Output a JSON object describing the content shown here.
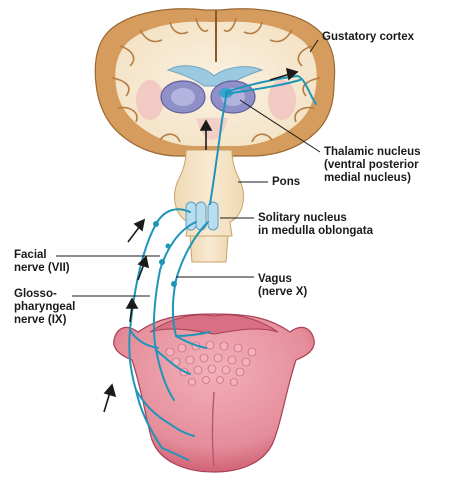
{
  "labels": {
    "gustatory_cortex": "Gustatory cortex",
    "thalamic_nucleus": [
      "Thalamic nucleus",
      "(ventral posterior",
      "medial nucleus)"
    ],
    "pons": "Pons",
    "solitary_nucleus": [
      "Solitary nucleus",
      "in medulla oblongata"
    ],
    "facial_nerve": [
      "Facial",
      "nerve (VII)"
    ],
    "vagus": [
      "Vagus",
      "(nerve X)"
    ],
    "glossopharyngeal": [
      "Glosso-",
      "pharyngeal",
      "nerve (IX)"
    ]
  },
  "colors": {
    "nerve": "#1f95b8",
    "cortex": "#d59c5e",
    "white_matter": "#f6e7cf",
    "thalamus": "#8f90c8",
    "nucleus": "#b9dcee",
    "tongue": "#e58d9a",
    "tongue_dark": "#c9566b"
  }
}
